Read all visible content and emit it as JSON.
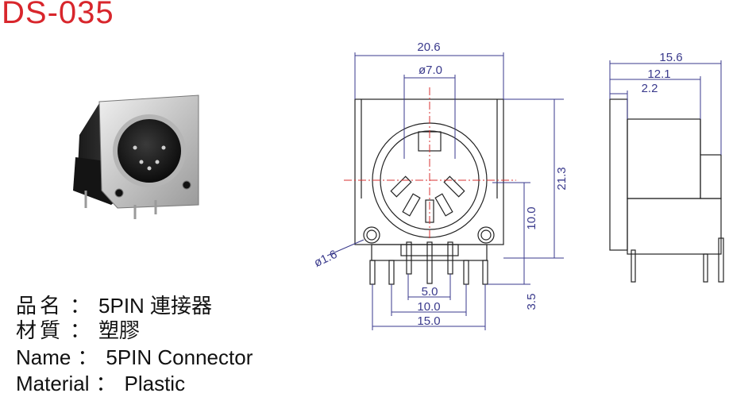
{
  "title": "DS-035",
  "specs": [
    {
      "key": "品名",
      "sep": "：",
      "value": "5PIN 連接器"
    },
    {
      "key": "材質",
      "sep": "：",
      "value": "塑膠"
    },
    {
      "key": "Name",
      "sep": "：",
      "value": "5PIN Connector"
    },
    {
      "key": "Material",
      "sep": "：",
      "value": "Plastic"
    }
  ],
  "front_view": {
    "width": "20.6",
    "hole_dia": "ø7.0",
    "height": "21.3",
    "body_height": "10.0",
    "pin_length": "3.5",
    "mount_hole": "ø1.6",
    "pin_pitch_1": "5.0",
    "pin_pitch_2": "10.0",
    "pin_pitch_3": "15.0"
  },
  "side_view": {
    "depth_total": "15.6",
    "depth_body": "12.1",
    "flange": "2.2"
  },
  "colors": {
    "title": "#d8262c",
    "dims": "#3a3a8c",
    "center_line": "#d83030",
    "outline": "#222222"
  }
}
